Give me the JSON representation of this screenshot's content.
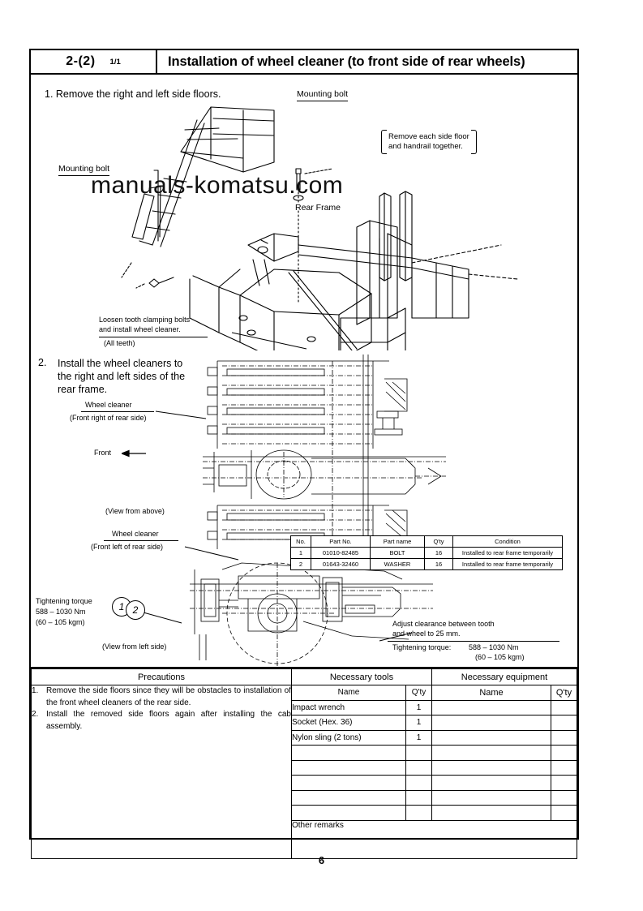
{
  "header": {
    "section": "2-(2)",
    "page_of": "1/1",
    "title": "Installation of wheel cleaner (to front side of rear wheels)"
  },
  "watermark": "manuals-komatsu.com",
  "steps": {
    "step1_text": "1. Remove the right and left side floors.",
    "step2_num": "2.",
    "step2_line1": "Install the wheel cleaners to",
    "step2_line2": "the right and left sides of the",
    "step2_line3": "rear frame."
  },
  "labels": {
    "mounting_bolt_top": "Mounting bolt",
    "mounting_bolt_left": "Mounting bolt",
    "rear_frame": "Rear Frame",
    "callout_line1": "Remove each side floor",
    "callout_line2": "and handrail together.",
    "loosen_line1": "Loosen tooth clamping bolts",
    "loosen_line2": "and install wheel cleaner.",
    "loosen_line3": "(All teeth)",
    "wheel_cleaner_1": "Wheel cleaner",
    "wheel_cleaner_1_sub": "(Front right of rear side)",
    "front_arrow": "Front",
    "view_from_above": "(View from above)",
    "wheel_cleaner_2": "Wheel cleaner",
    "wheel_cleaner_2_sub": "(Front left of rear side)",
    "view_from_left": "(View from left side)",
    "torque_title": "Tightening torque",
    "torque_nm": "588 – 1030 Nm",
    "torque_kgm": "(60 – 105 kgm)",
    "circle_1": "1",
    "circle_2": "2",
    "adjust_line1": "Adjust clearance between tooth",
    "adjust_line2": "and wheel to 25 mm.",
    "adjust_torque_label": "Tightening torque:",
    "adjust_torque_nm": "588 – 1030 Nm",
    "adjust_torque_kgm": "(60 – 105 kgm)"
  },
  "parts_table": {
    "headers": [
      "No.",
      "Part No.",
      "Part name",
      "Q'ty",
      "Condition"
    ],
    "rows": [
      {
        "no": "1",
        "part_no": "01010-82485",
        "part_name": "BOLT",
        "qty": "16",
        "condition": "Installed to rear frame temporarily"
      },
      {
        "no": "2",
        "part_no": "01643-32460",
        "part_name": "WASHER",
        "qty": "16",
        "condition": "Installed to rear frame temporarily"
      }
    ]
  },
  "bottom": {
    "precautions_header": "Precautions",
    "tools_header": "Necessary tools",
    "equipment_header": "Necessary equipment",
    "name_header": "Name",
    "qty_header": "Q'ty",
    "equipment_name_header": "Name",
    "equipment_qty_header": "Q'ty",
    "precautions": [
      {
        "n": "1.",
        "text": "Remove the side floors since they will be obstacles to installation of the front wheel cleaners of the rear side."
      },
      {
        "n": "2.",
        "text": "Install the removed side floors again after installing the cab assembly."
      }
    ],
    "tools": [
      {
        "name": "Impact wrench",
        "qty": "1"
      },
      {
        "name": "Socket (Hex. 36)",
        "qty": "1"
      },
      {
        "name": "Nylon sling (2 tons)",
        "qty": "1"
      },
      {
        "name": "",
        "qty": ""
      },
      {
        "name": "",
        "qty": ""
      },
      {
        "name": "",
        "qty": ""
      },
      {
        "name": "",
        "qty": ""
      },
      {
        "name": "",
        "qty": ""
      }
    ],
    "equipment": [
      {
        "name": "",
        "qty": ""
      },
      {
        "name": "",
        "qty": ""
      },
      {
        "name": "",
        "qty": ""
      },
      {
        "name": "",
        "qty": ""
      },
      {
        "name": "",
        "qty": ""
      },
      {
        "name": "",
        "qty": ""
      },
      {
        "name": "",
        "qty": ""
      },
      {
        "name": "",
        "qty": ""
      }
    ],
    "other_remarks": "Other remarks"
  },
  "page_number": "6"
}
